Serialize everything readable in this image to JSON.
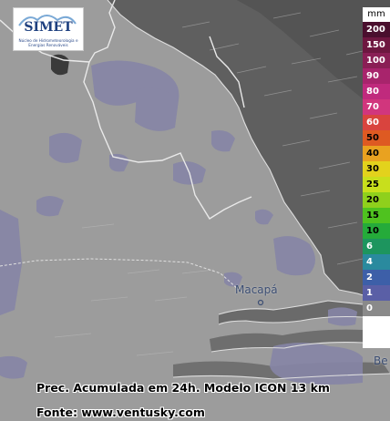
{
  "logo": {
    "name": "SIMET",
    "subtitle": "Núcleo de Hidrometeorologia e Energias Renováveis"
  },
  "legend": {
    "unit": "mm",
    "items": [
      {
        "label": "200",
        "color": "#4a0f2e",
        "text_color": "#ffffff"
      },
      {
        "label": "150",
        "color": "#6d1740",
        "text_color": "#ffffff"
      },
      {
        "label": "100",
        "color": "#8a1f55",
        "text_color": "#ffffff"
      },
      {
        "label": "90",
        "color": "#a8246c",
        "text_color": "#ffffff"
      },
      {
        "label": "80",
        "color": "#c02a7d",
        "text_color": "#ffffff"
      },
      {
        "label": "70",
        "color": "#d1367d",
        "text_color": "#ffffff"
      },
      {
        "label": "60",
        "color": "#d9443e",
        "text_color": "#ffffff"
      },
      {
        "label": "50",
        "color": "#de5a22",
        "text_color": "#000000"
      },
      {
        "label": "40",
        "color": "#e9a220",
        "text_color": "#000000"
      },
      {
        "label": "30",
        "color": "#e3d21c",
        "text_color": "#000000"
      },
      {
        "label": "25",
        "color": "#c8df1c",
        "text_color": "#000000"
      },
      {
        "label": "20",
        "color": "#8fd01c",
        "text_color": "#000000"
      },
      {
        "label": "15",
        "color": "#4fc21f",
        "text_color": "#000000"
      },
      {
        "label": "10",
        "color": "#25ab3a",
        "text_color": "#000000"
      },
      {
        "label": "6",
        "color": "#1d955e",
        "text_color": "#ffffff"
      },
      {
        "label": "4",
        "color": "#2a8a9e",
        "text_color": "#ffffff"
      },
      {
        "label": "2",
        "color": "#3d5fa8",
        "text_color": "#ffffff"
      },
      {
        "label": "1",
        "color": "#5a5fa6",
        "text_color": "#ffffff"
      },
      {
        "label": "0",
        "color": "#8a8a8a",
        "text_color": "#ffffff"
      }
    ]
  },
  "places": {
    "macapa": "Macapá",
    "belem_partial": "Be"
  },
  "caption": {
    "line1": "Prec. Acumulada em 24h. Modelo ICON 13 km",
    "line2": "Fonte: www.ventusky.com"
  },
  "colors": {
    "land": "#9c9c9c",
    "ocean": "#5e5e5e",
    "rain": "#8786a8",
    "border": "#e8e8e8"
  }
}
